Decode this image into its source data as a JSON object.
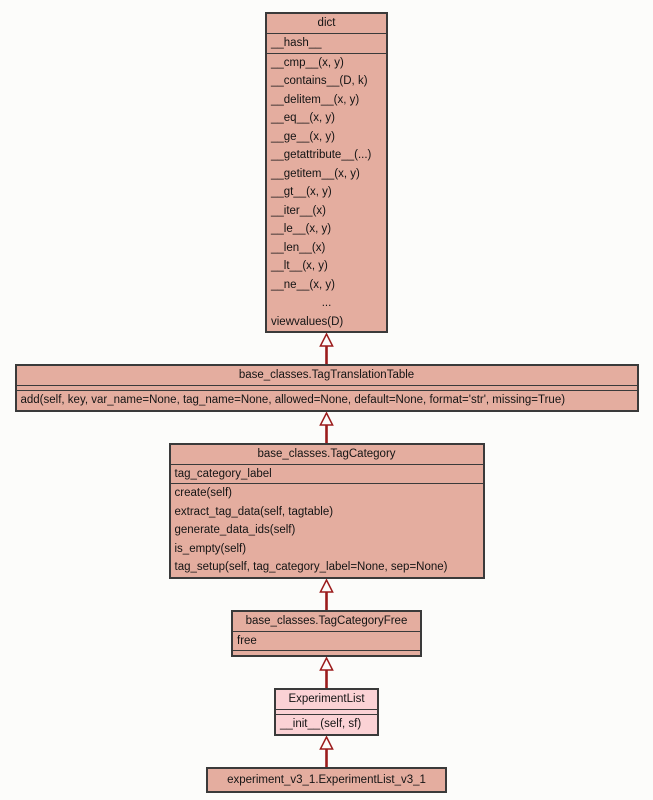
{
  "diagram": {
    "type": "uml-class-hierarchy",
    "colors": {
      "class_fill": "#e4ad9f",
      "highlight_fill": "#fbd2d5",
      "box_border": "#3a3a3a",
      "arrow": "#9b1c1c",
      "arrow_head_fill": "#fcfcfa",
      "text": "#141414",
      "background": "#fcfcfa"
    },
    "arrow_style": "hollow-triangle-up",
    "classes": [
      {
        "id": "dict",
        "title": "dict",
        "attributes": [
          "__hash__"
        ],
        "methods": [
          "__cmp__(x, y)",
          "__contains__(D, k)",
          "__delitem__(x, y)",
          "__eq__(x, y)",
          "__ge__(x, y)",
          "__getattribute__(...)",
          "__getitem__(x, y)",
          "__gt__(x, y)",
          "__iter__(x)",
          "__le__(x, y)",
          "__len__(x)",
          "__lt__(x, y)",
          "__ne__(x, y)",
          "...",
          "viewvalues(D)"
        ]
      },
      {
        "id": "tag-translation-table",
        "title": "base_classes.TagTranslationTable",
        "attributes": [],
        "methods": [
          "add(self, key, var_name=None, tag_name=None, allowed=None, default=None, format='str', missing=True)"
        ]
      },
      {
        "id": "tag-category",
        "title": "base_classes.TagCategory",
        "attributes": [
          "tag_category_label"
        ],
        "methods": [
          "create(self)",
          "extract_tag_data(self, tagtable)",
          "generate_data_ids(self)",
          "is_empty(self)",
          "tag_setup(self, tag_category_label=None, sep=None)"
        ]
      },
      {
        "id": "tag-category-free",
        "title": "base_classes.TagCategoryFree",
        "attributes": [
          "free"
        ],
        "methods": []
      },
      {
        "id": "experiment-list",
        "title": "ExperimentList",
        "attributes": [],
        "methods": [
          "__init__(self, sf)"
        ]
      },
      {
        "id": "experiment-list-v3-1",
        "title": "experiment_v3_1.ExperimentList_v3_1",
        "attributes": [],
        "methods": []
      }
    ],
    "relations": [
      {
        "child": "base_classes.TagTranslationTable",
        "parent": "dict",
        "type": "inheritance"
      },
      {
        "child": "base_classes.TagCategory",
        "parent": "base_classes.TagTranslationTable",
        "type": "inheritance"
      },
      {
        "child": "base_classes.TagCategoryFree",
        "parent": "base_classes.TagCategory",
        "type": "inheritance"
      },
      {
        "child": "ExperimentList",
        "parent": "base_classes.TagCategoryFree",
        "type": "inheritance"
      },
      {
        "child": "experiment_v3_1.ExperimentList_v3_1",
        "parent": "ExperimentList",
        "type": "inheritance"
      }
    ]
  }
}
